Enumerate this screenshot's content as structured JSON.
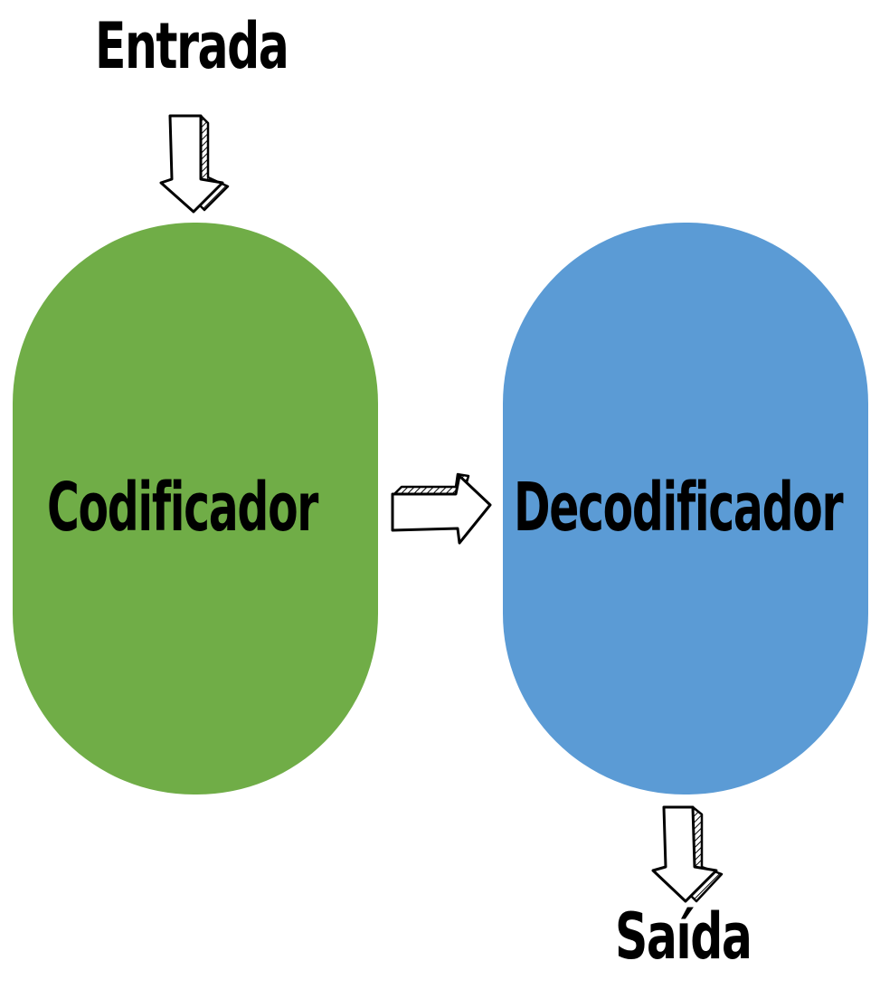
{
  "diagram": {
    "input_label": "Entrada",
    "output_label": "Saída",
    "encoder": {
      "label": "Codificador",
      "color": "#70AD47"
    },
    "decoder": {
      "label": "Decodificador",
      "color": "#5B9BD5"
    },
    "arrow_style": "hand-drawn hollow arrows with hatched shadow"
  }
}
